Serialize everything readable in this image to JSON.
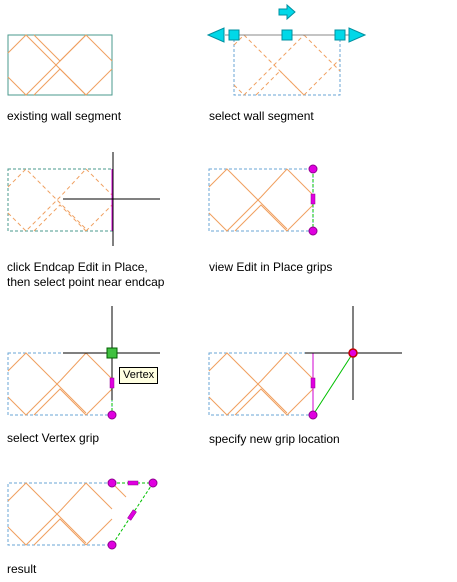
{
  "panels": [
    {
      "caption": "existing wall segment"
    },
    {
      "caption": "select wall segment"
    },
    {
      "caption_line1": "click Endcap Edit in Place,",
      "caption_line2": "then select point near endcap"
    },
    {
      "caption": "view Edit in Place grips"
    },
    {
      "caption": "select Vertex grip",
      "tooltip": "Vertex"
    },
    {
      "caption": "specify new grip location"
    },
    {
      "caption": "result"
    }
  ],
  "colors": {
    "wall_outline": "#4a9a8e",
    "dashed_outline": "#6aa6d6",
    "hatch": "#f0a060",
    "grip_fill": "#00d8e8",
    "endcap_grip": "#e000e0",
    "crosshair": "#000000",
    "rubberband": "#00c000"
  },
  "icons": [
    "lengthen-arrow-icon",
    "edge-grip-icon",
    "endcap-grip-icon",
    "vertex-grip-icon",
    "crosshair-icon"
  ]
}
